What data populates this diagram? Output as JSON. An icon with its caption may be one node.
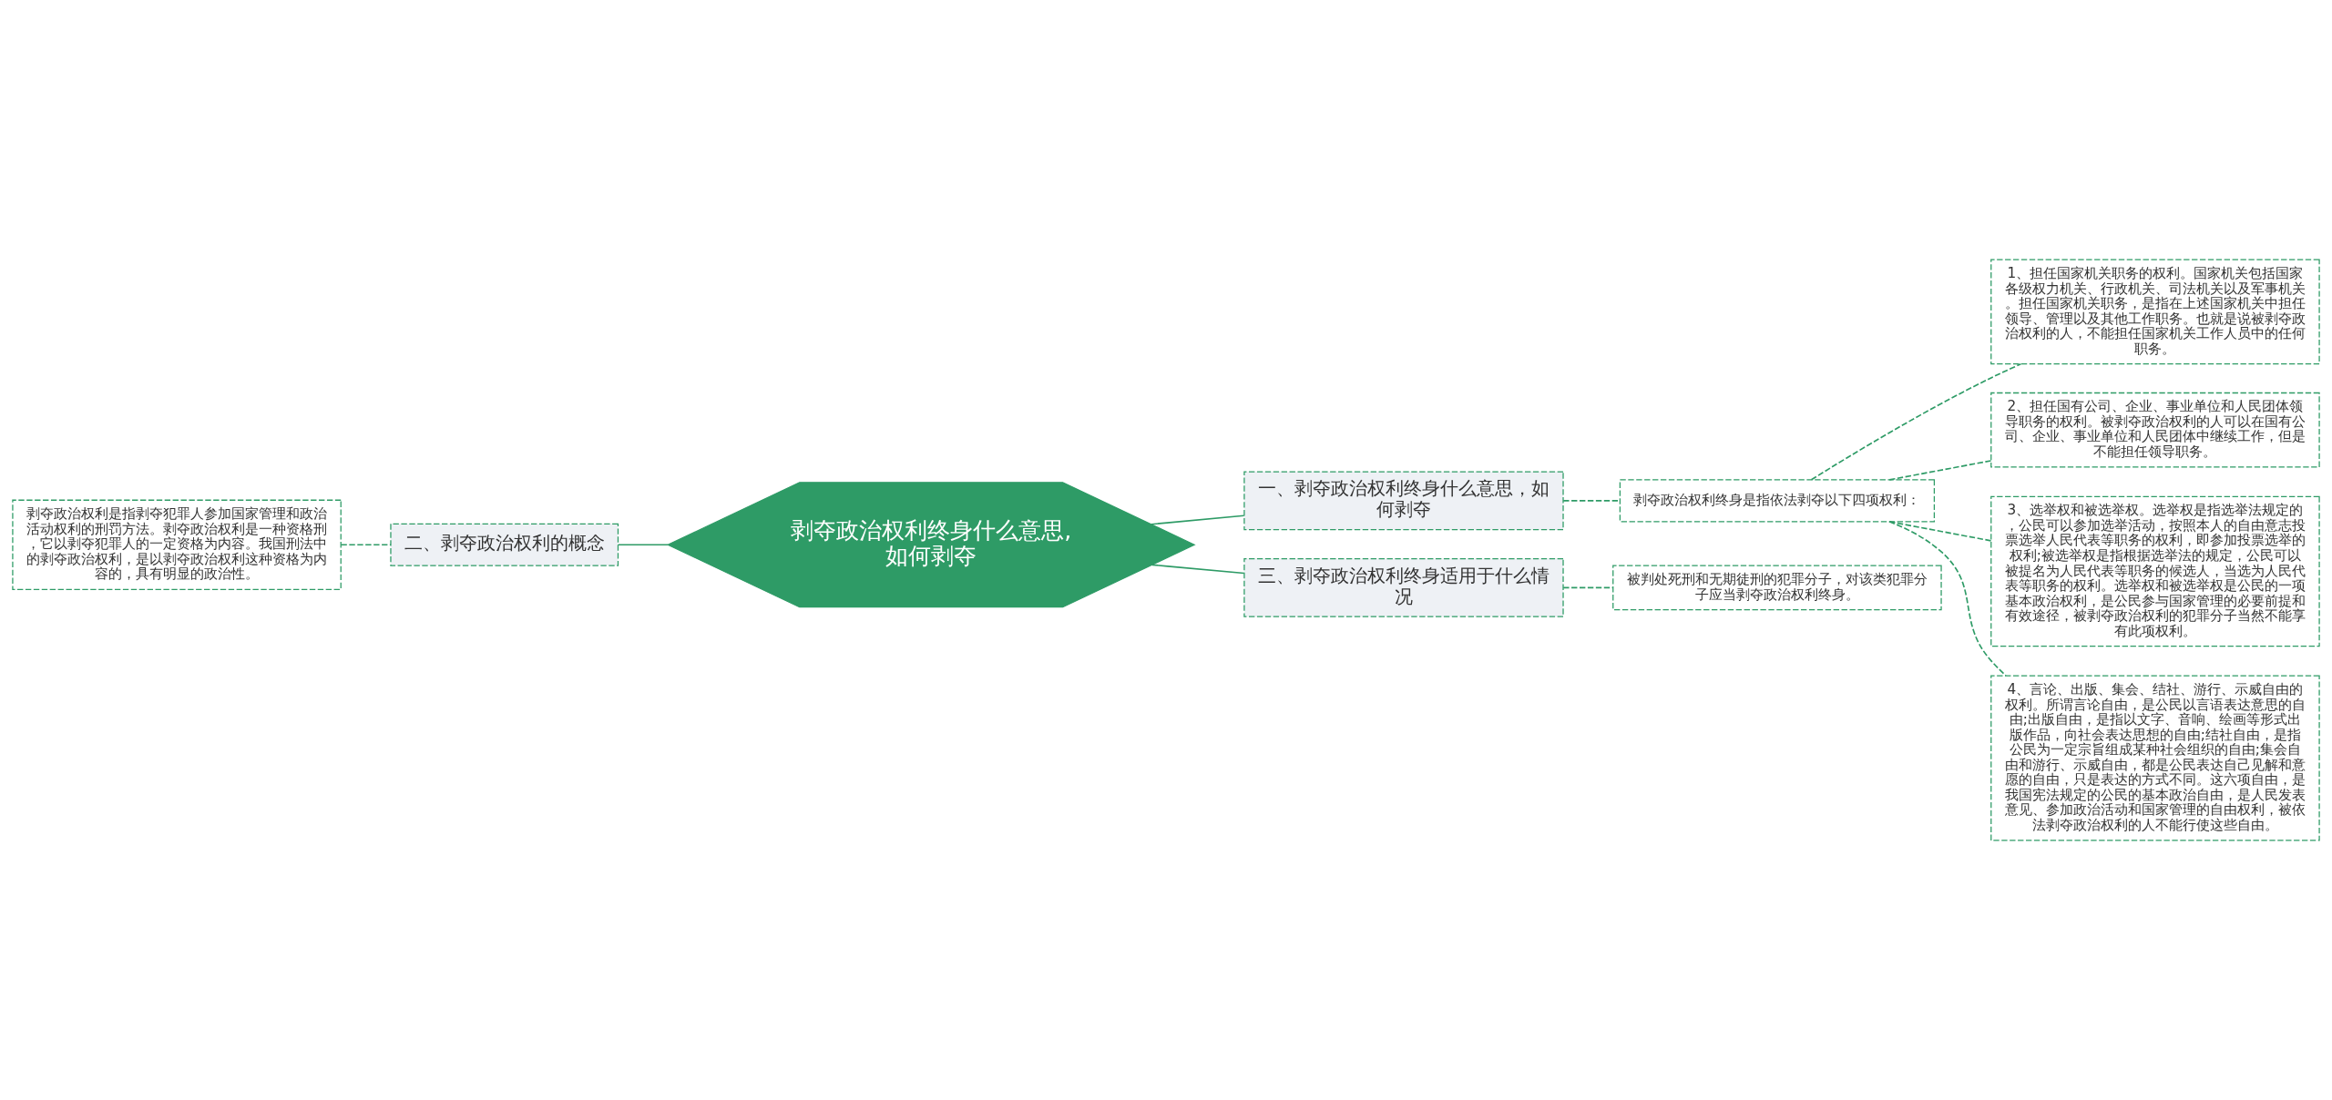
{
  "diagram": {
    "nodes": [
      {
        "text": [
          "剥夺政治权利终身什么意思,如何剥夺"
        ]
      },
      {
        "text": [
          "一、剥夺政治权利终身什么意思，如何剥夺"
        ]
      },
      {
        "text": [
          "剥夺政治权利终身是指依法剥夺以下四项权利："
        ]
      },
      {
        "text": [
          "1、担任国家机关职务的权利。国家机关包括国家各级权力机关、行政机关、司法机关以及军事机关。担任国家机关职务，是指在上述国家机关中担任领导、管理以及其他工作职务。也就是说被剥夺政治权利的人，不能担任国家机关工作人员中的任何职务。"
        ]
      },
      {
        "text": [
          "2、担任国有公司、企业、事业单位和人民团体领导职务的权利。被剥夺政治权利的人可以在国有公司、企业、事业单位和人民团体中继续工作，但是不能担任领导职务。"
        ]
      },
      {
        "text": [
          "3、选举权和被选举权。选举权是指选举法规定的，公民可以参加选举活动，按照本人的自由意志投票选举人民代表等职务的权利，即参加投票选举的权利;被选举权是指根据选举法的规定，公民可以被提名为人民代表等职务的候选人，当选为人民代表等职务的权利。选举权和被选举权是公民的一项基本政治权利，是公民参与国家管理的必要前提和有效途径，被剥夺政治权利的犯罪分子当然不能享有此项权利。"
        ]
      },
      {
        "text": [
          "4、言论、出版、集会、结社、游行、示威自由的权利。所谓言论自由，是公民以言语表达意思的自由;出版自由，是指以文字、音响、绘画等形式出版作品，向社会表达思想的自由;结社自由，是指公民为一定宗旨组成某种社会组织的自由;集会自由和游行、示威自由，都是公民表达自己见解和意愿的自由，只是表达的方式不同。这六项自由，是我国宪法规定的公民的基本政治自由，是人民发表意见、参加政治活动和国家管理的自由权利，被依法剥夺政治权利的人不能行使这些自由。"
        ]
      },
      {
        "text": [
          "三、剥夺政治权利终身适用于什么情况"
        ]
      },
      {
        "text": [
          "被判处死刑和无期徒刑的犯罪分子，对该类犯罪分子应当剥夺政治权利终身。"
        ]
      },
      {
        "text": [
          "二、剥夺政治权利的概念"
        ]
      },
      {
        "text": [
          "剥夺政治权利是指剥夺犯罪人参加国家管理和政治活动权利的刑罚方法。剥夺政治权利是一种资格刑，它以剥夺犯罪人的一定资格为内容。我国刑法中的剥夺政治权利，是以剥夺政治权利这种资格为内容的，具有明显的政治性。"
        ]
      }
    ],
    "edges": [
      {
        "from": 0,
        "to": 1,
        "arrow": "none"
      },
      {
        "from": 1,
        "to": 2,
        "arrow": "none",
        "style": "dashed"
      },
      {
        "from": 2,
        "to": 3,
        "arrow": "none",
        "style": "dashed"
      },
      {
        "from": 2,
        "to": 4,
        "arrow": "none",
        "style": "dashed"
      },
      {
        "from": 2,
        "to": 5,
        "arrow": "none",
        "style": "dashed"
      },
      {
        "from": 2,
        "to": 6,
        "arrow": "none",
        "style": "dashed"
      },
      {
        "from": 0,
        "to": 7,
        "arrow": "none"
      },
      {
        "from": 7,
        "to": 8,
        "arrow": "none",
        "style": "dashed"
      },
      {
        "from": 0,
        "to": 9,
        "arrow": "none"
      },
      {
        "from": 9,
        "to": 10,
        "arrow": "none",
        "style": "dashed"
      }
    ]
  }
}
